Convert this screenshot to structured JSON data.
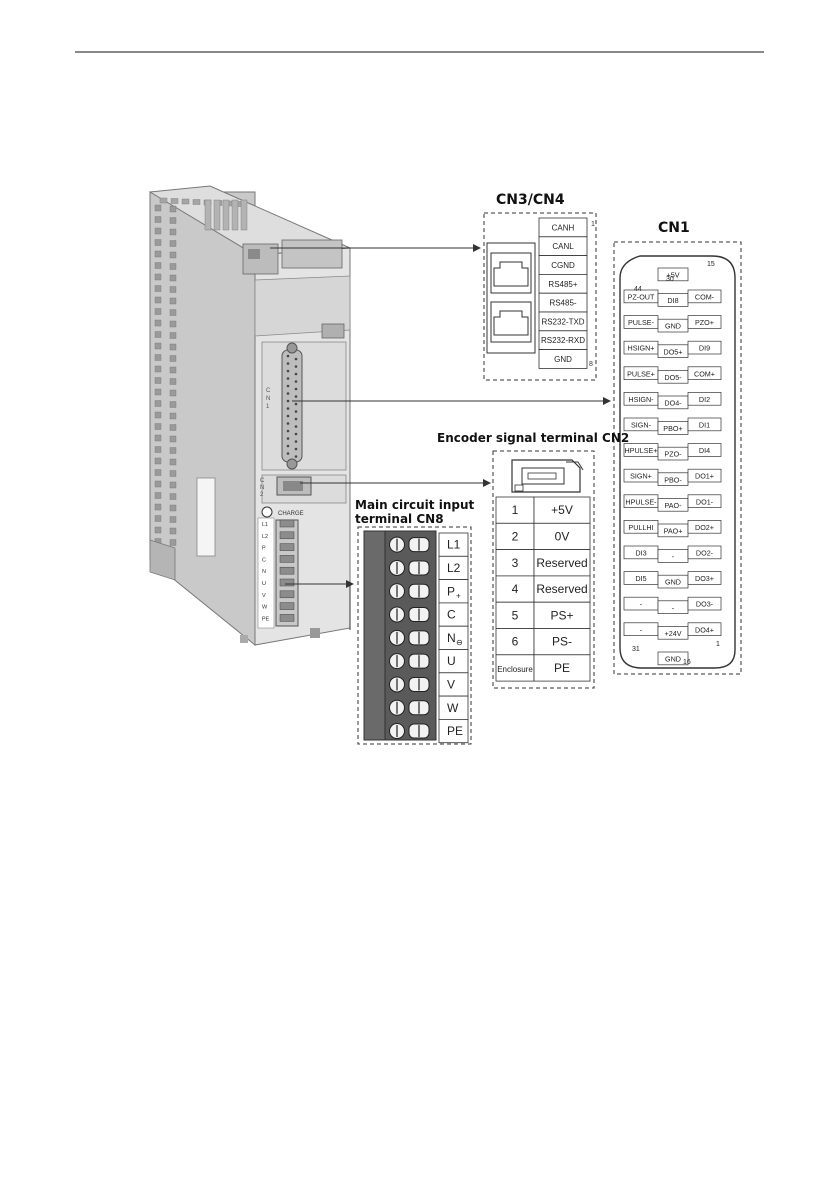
{
  "cn34": {
    "title": "CN3/CN4",
    "pins": [
      "CANH",
      "CANL",
      "CGND",
      "RS485+",
      "RS485-",
      "RS232-TXD",
      "RS232-RXD",
      "GND"
    ],
    "pin_first": "1",
    "pin_last": "8"
  },
  "cn1": {
    "title": "CN1",
    "left_col": [
      "PZ-OUT",
      "PULSE-",
      "HSIGN+",
      "PULSE+",
      "HSIGN-",
      "SIGN-",
      "HPULSE+",
      "SIGN+",
      "HPULSE-",
      "PULLHI",
      "DI3",
      "DI5",
      "-",
      "-"
    ],
    "mid_col": [
      "+5V",
      "DI8",
      "GND",
      "DO5+",
      "DO5-",
      "DO4-",
      "PBO+",
      "PZO-",
      "PBO-",
      "PAO-",
      "PAO+",
      "-",
      "GND",
      "-",
      "+24V",
      "GND"
    ],
    "right_col": [
      "COM-",
      "PZO+",
      "DI9",
      "COM+",
      "DI2",
      "DI1",
      "DI4",
      "DO1+",
      "DO1-",
      "DO2+",
      "DO2-",
      "DO3+",
      "DO3-",
      "DO4+"
    ],
    "pin_labels": [
      "15",
      "30",
      "44",
      "31",
      "16",
      "1"
    ]
  },
  "cn2": {
    "title": "Encoder signal terminal CN2",
    "rows": [
      {
        "pin": "1",
        "signal": "+5V"
      },
      {
        "pin": "2",
        "signal": "0V"
      },
      {
        "pin": "3",
        "signal": "Reserved"
      },
      {
        "pin": "4",
        "signal": "Reserved"
      },
      {
        "pin": "5",
        "signal": "PS+"
      },
      {
        "pin": "6",
        "signal": "PS-"
      },
      {
        "pin": "Enclosure",
        "signal": "PE"
      }
    ]
  },
  "cn8": {
    "title_line1": "Main circuit input",
    "title_line2": "terminal CN8",
    "terminals": [
      "L1",
      "L2",
      "P",
      "C",
      "N",
      "U",
      "V",
      "W",
      "PE"
    ],
    "p_sub": "+",
    "n_sub": "⊖"
  },
  "drive_labels": {
    "charge": "CHARGE",
    "terminals": [
      "L1",
      "L2",
      "P",
      "C",
      "N",
      "U",
      "V",
      "W",
      "PE"
    ]
  }
}
